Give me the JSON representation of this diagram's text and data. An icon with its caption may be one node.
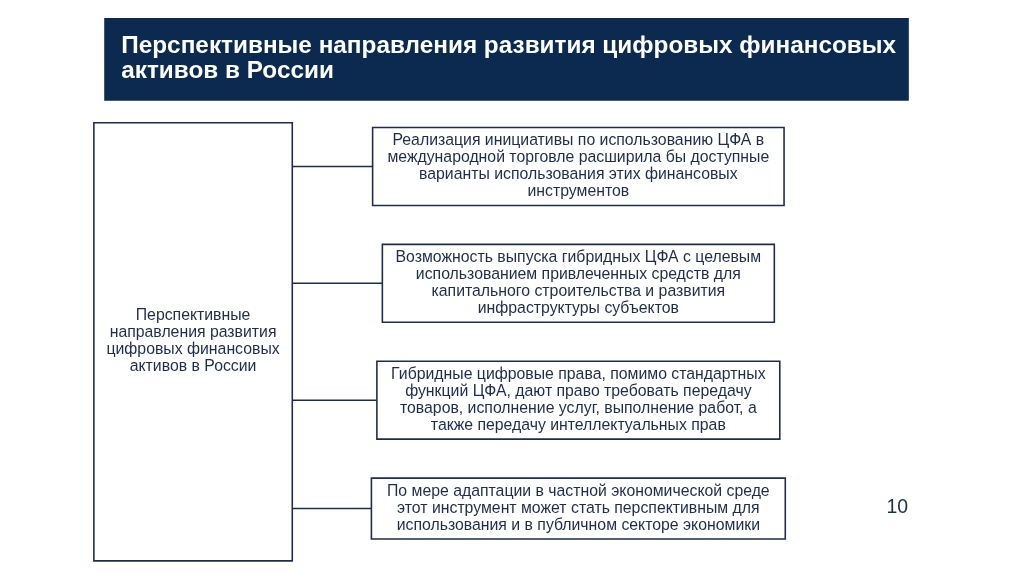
{
  "diagram": {
    "title": "Перспективные направления развития цифровых финансовых активов в России",
    "nodes": [
      {
        "text": [
          "Перспективные направления развития цифровых финансовых активов в России"
        ]
      },
      {
        "text": [
          "Реализация инициативы по использованию ЦФА в международной торговле расширила бы доступные варианты использования этих финансовых инструментов"
        ]
      },
      {
        "text": [
          "Возможность выпуска гибридных ЦФА с целевым использованием привлеченных средств для капитального строительства и развития инфраструктуры субъектов"
        ]
      },
      {
        "text": [
          "Гибридные цифровые права, помимо стандартных функций ЦФА, дают право требовать передачу товаров, исполнение услуг, выполнение работ, а также передачу интеллектуальных прав"
        ]
      },
      {
        "text": [
          "По мере адаптации в частной экономической среде этот инструмент может стать перспективным для использования и в публичном секторе экономики"
        ]
      }
    ],
    "edges": [
      {
        "from": 0,
        "to": 1,
        "arrow": "none"
      },
      {
        "from": 0,
        "to": 2,
        "arrow": "none"
      },
      {
        "from": 0,
        "to": 3,
        "arrow": "none"
      },
      {
        "from": 0,
        "to": 4,
        "arrow": "none"
      }
    ],
    "labels": [
      "10"
    ]
  }
}
